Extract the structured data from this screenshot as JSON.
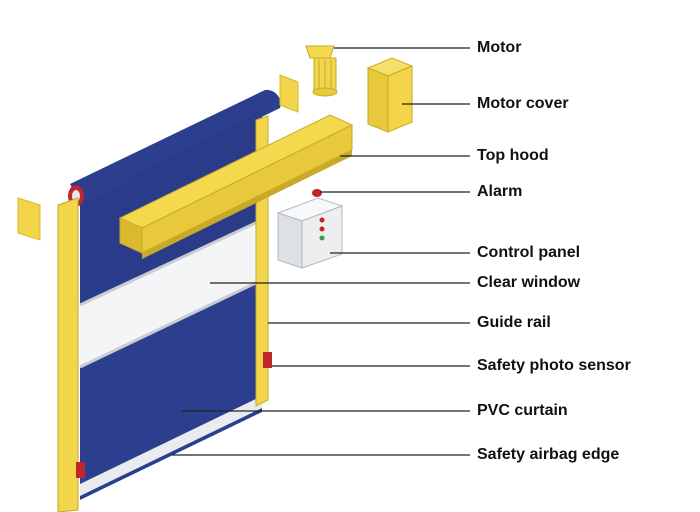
{
  "colors": {
    "curtain": "#2c3f8f",
    "curtain_dark": "#1f2f70",
    "yellow": "#f2d54a",
    "yellow_dark": "#d9b92e",
    "window": "#f4f5f7",
    "sensor": "#c0262b",
    "panel": "#eceef0",
    "line": "#222222"
  },
  "labels": {
    "motor": "Motor",
    "motor_cover": "Motor cover",
    "top_hood": "Top hood",
    "alarm": "Alarm",
    "control_panel": "Control panel",
    "clear_window": "Clear window",
    "guide_rail": "Guide rail",
    "safety_photo_sensor": "Safety photo sensor",
    "pvc_curtain": "PVC curtain",
    "safety_airbag_edge": "Safety airbag edge"
  }
}
